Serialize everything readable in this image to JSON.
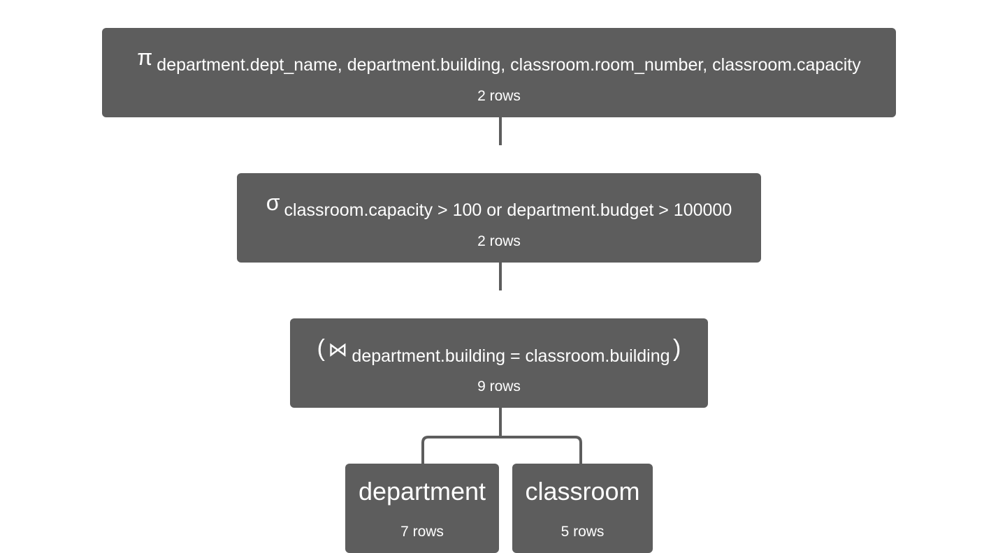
{
  "tree": {
    "projection": {
      "symbol": "π",
      "expression": "department.dept_name, department.building, classroom.room_number, classroom.capacity",
      "rows": "2 rows"
    },
    "selection": {
      "symbol": "σ",
      "expression": "classroom.capacity > 100 or department.budget > 100000",
      "rows": "2 rows"
    },
    "join": {
      "open_paren": "(",
      "symbol": "⋈",
      "expression": "department.building = classroom.building",
      "close_paren": ")",
      "rows": "9 rows"
    },
    "leaves": [
      {
        "name": "department",
        "rows": "7 rows"
      },
      {
        "name": "classroom",
        "rows": "5 rows"
      }
    ]
  }
}
